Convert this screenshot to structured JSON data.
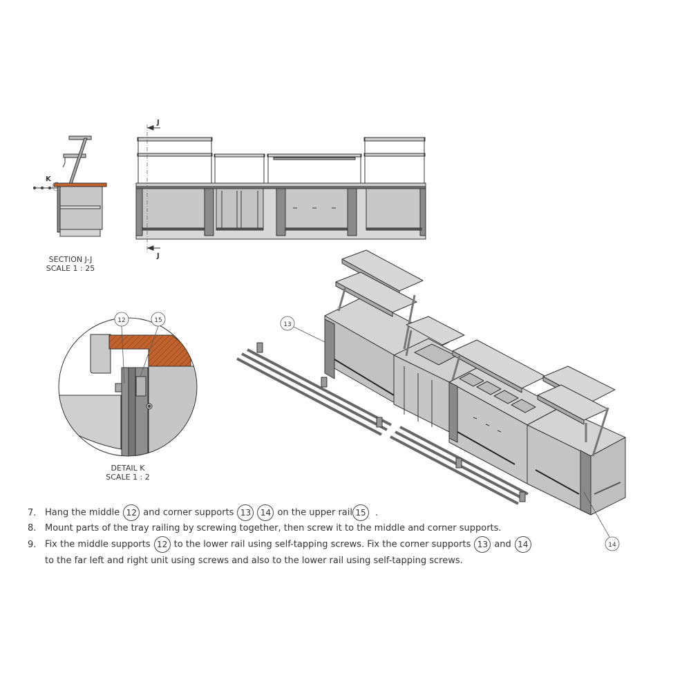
{
  "section_view": {
    "title": "SECTION J-J",
    "scale": "SCALE 1 : 25",
    "detail_marker": "K"
  },
  "front_view": {
    "cut_label_top": "J",
    "cut_label_bottom": "J"
  },
  "detail_view": {
    "title": "DETAIL K",
    "scale": "SCALE 1 : 2",
    "callouts": [
      "12",
      "15"
    ]
  },
  "isometric_view": {
    "callouts": [
      "13",
      "14"
    ]
  },
  "instructions": [
    {
      "number": "7.",
      "parts": [
        {
          "text": "Hang the middle"
        },
        {
          "callout": "12"
        },
        {
          "text": "and corner supports"
        },
        {
          "callout": "13"
        },
        {
          "callout": "14"
        },
        {
          "text": "on the upper rail"
        },
        {
          "callout": "15"
        },
        {
          "text": "."
        }
      ]
    },
    {
      "number": "8.",
      "parts": [
        {
          "text": "Mount parts of the tray railing by screwing together, then screw it to the middle and corner supports."
        }
      ]
    },
    {
      "number": "9.",
      "parts": [
        {
          "text": "Fix the middle supports"
        },
        {
          "callout": "12"
        },
        {
          "text": "to the lower rail using self-tapping screws. Fix the corner supports"
        },
        {
          "callout": "13"
        },
        {
          "text": "and"
        },
        {
          "callout": "14"
        }
      ]
    },
    {
      "number": "",
      "parts": [
        {
          "text": "to the far left and right unit using screws and also to the lower rail using self-tapping screws."
        }
      ]
    }
  ],
  "colors": {
    "line": "#333333",
    "panel_fill": "#c8c8c8",
    "panel_dark": "#8a8a8a",
    "wood": "#c0622d"
  }
}
